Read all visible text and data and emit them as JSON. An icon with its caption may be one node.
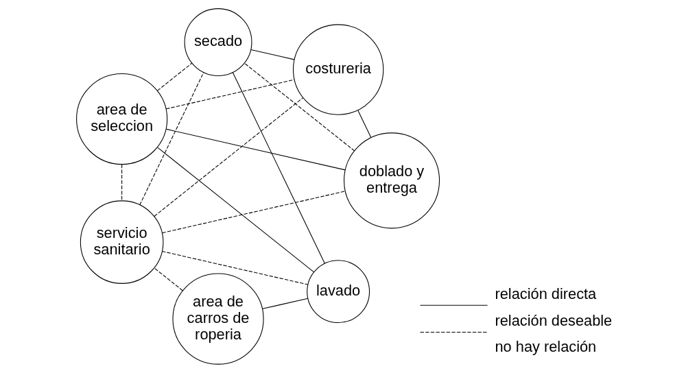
{
  "diagram": {
    "nodes": [
      {
        "text": [
          "area de seleccion"
        ]
      },
      {
        "text": [
          "area de carros de roperia"
        ]
      },
      {
        "text": [
          "servicio sanitario"
        ]
      },
      {
        "text": [
          "lavado"
        ]
      },
      {
        "text": [
          "doblado y entrega"
        ]
      },
      {
        "text": [
          "secado"
        ]
      },
      {
        "text": [
          "costureria"
        ]
      }
    ],
    "edges": [
      {
        "from": 1,
        "to": 2,
        "arrow": "none",
        "style": "dashed"
      },
      {
        "from": 1,
        "to": 3,
        "arrow": "none"
      },
      {
        "from": 0,
        "to": 2,
        "arrow": "none",
        "style": "dashed"
      },
      {
        "from": 0,
        "to": 4,
        "arrow": "none"
      },
      {
        "from": 0,
        "to": 6,
        "arrow": "none",
        "style": "dashed"
      },
      {
        "from": 0,
        "to": 5,
        "arrow": "none",
        "style": "dashed"
      },
      {
        "from": 0,
        "to": 3,
        "arrow": "none"
      },
      {
        "from": 2,
        "to": 3,
        "arrow": "none",
        "style": "dashed"
      },
      {
        "from": 2,
        "to": 4,
        "arrow": "none",
        "style": "dashed"
      },
      {
        "from": 2,
        "to": 6,
        "arrow": "none",
        "style": "dashed"
      },
      {
        "from": 2,
        "to": 5,
        "arrow": "none",
        "style": "dashed"
      },
      {
        "from": 3,
        "to": 5,
        "arrow": "none"
      },
      {
        "from": 4,
        "to": 5,
        "arrow": "none",
        "style": "dashed"
      },
      {
        "from": 4,
        "to": 6,
        "arrow": "none"
      },
      {
        "from": 6,
        "to": 5,
        "arrow": "none"
      }
    ],
    "legend": [
      {
        "text": "relación directa"
      },
      {
        "text": "relación deseable"
      },
      {
        "text": "no hay relación"
      }
    ]
  }
}
